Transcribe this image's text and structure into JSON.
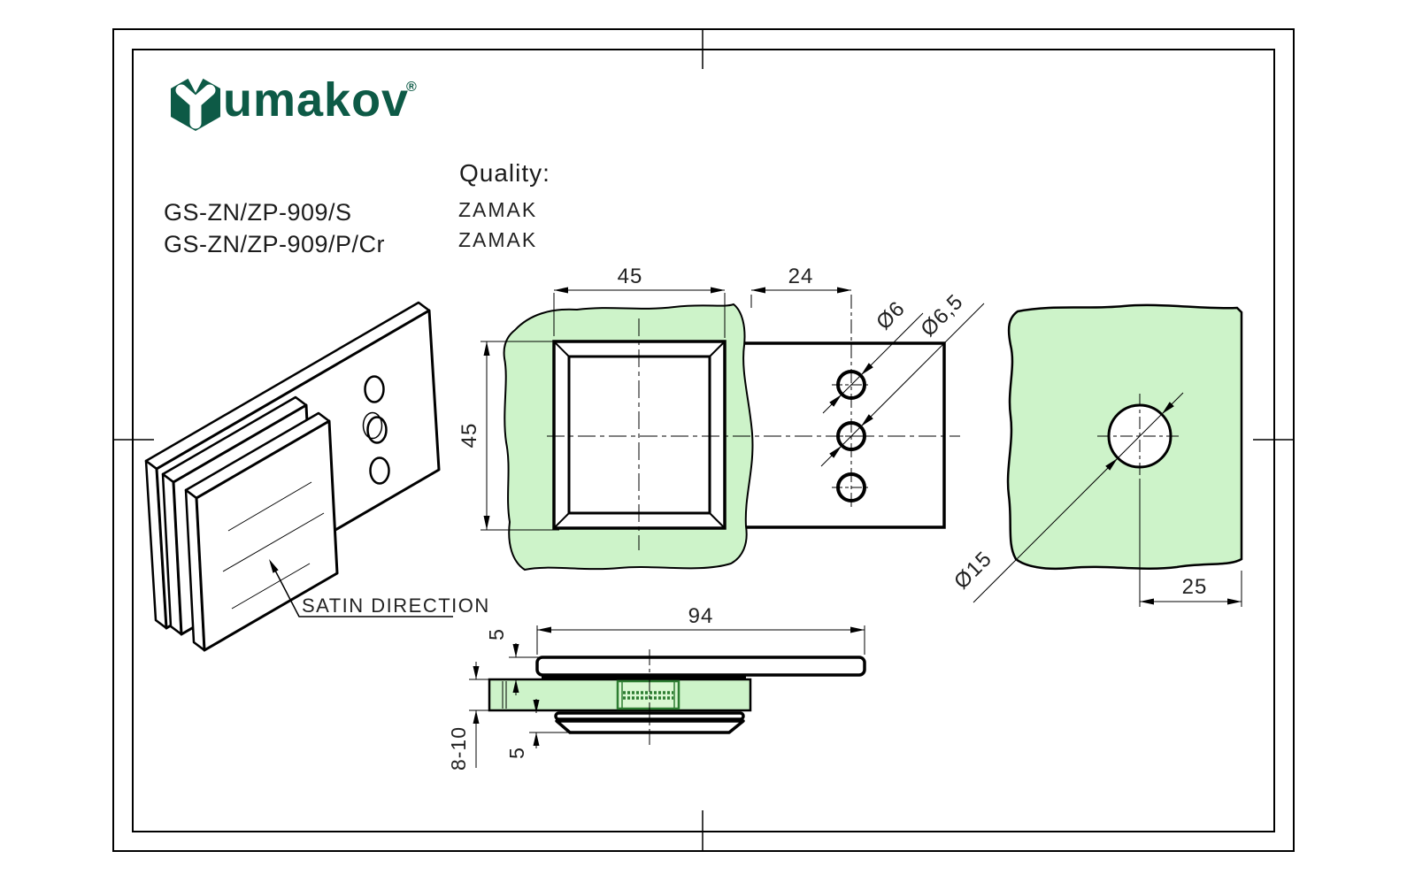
{
  "brand": {
    "name": "umakov",
    "registered": "®",
    "logo_color": "#0d5a46"
  },
  "product": {
    "code_1": "GS-ZN/ZP-909/S",
    "code_2": "GS-ZN/ZP-909/P/Cr"
  },
  "quality": {
    "label": "Quality:",
    "value_1": "ZAMAK",
    "value_2": "ZAMAK"
  },
  "annotations": {
    "satin_direction": "SATIN DIRECTION"
  },
  "dimensions": {
    "front_width": "45",
    "front_height": "45",
    "tab_span": "24",
    "hole_small": "Ø6",
    "hole_large": "Ø6,5",
    "glass_hole": "Ø15",
    "edge_distance": "25",
    "total_length": "94",
    "top_plate_thickness": "5",
    "glass_thickness": "8-10",
    "bottom_plate_thickness": "5"
  },
  "colors": {
    "glass_fill": "#cdf3c9",
    "glass_inner": "#daf8d2",
    "thread_green": "#2e7d32",
    "line": "#000000"
  }
}
